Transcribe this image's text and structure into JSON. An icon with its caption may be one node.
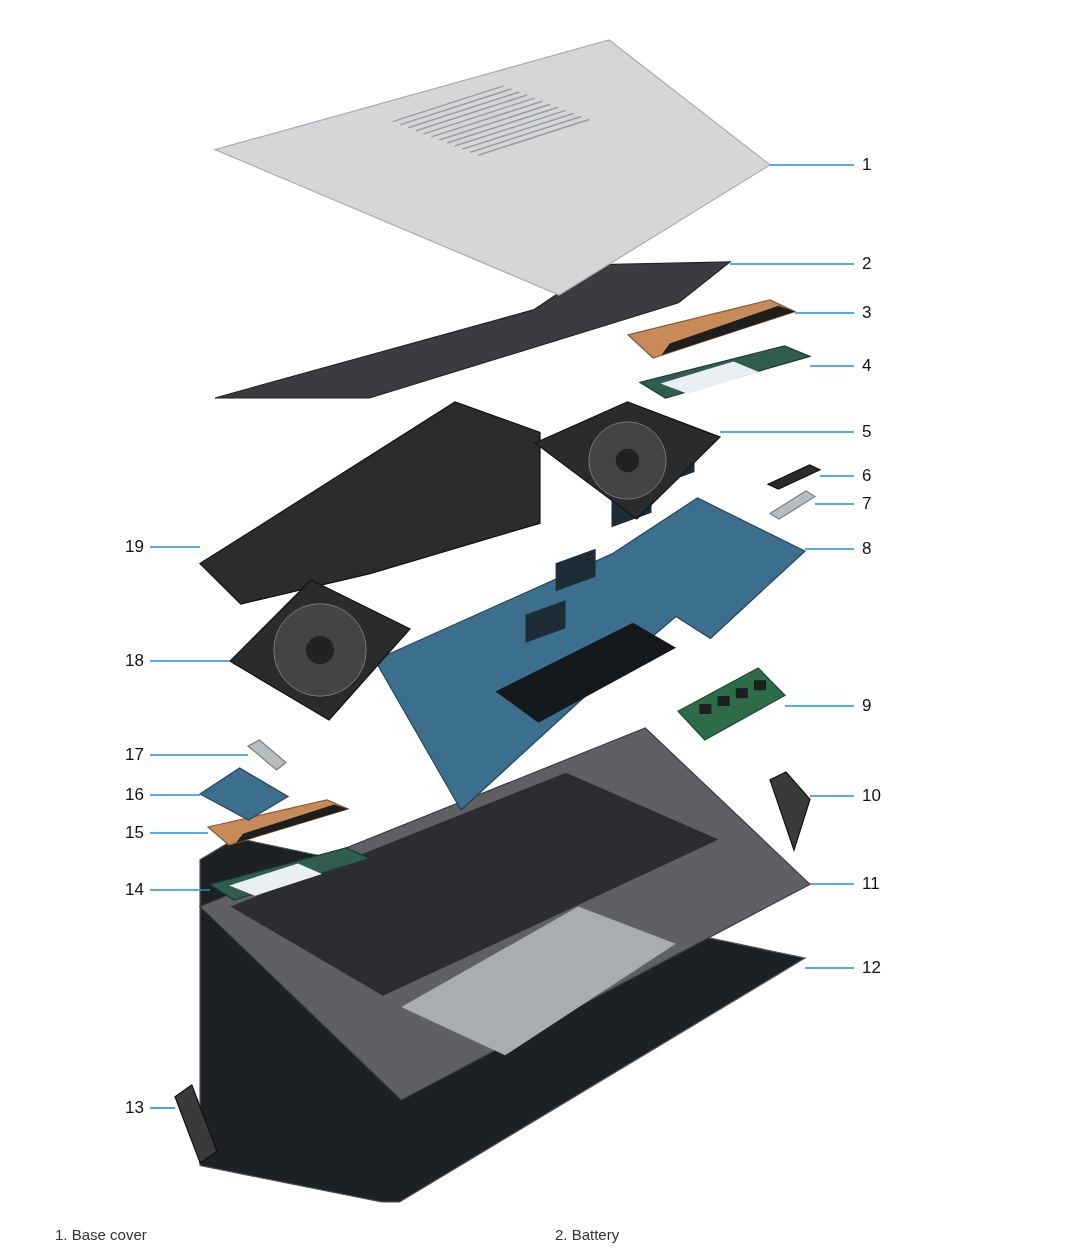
{
  "diagram": {
    "nodes": [
      {
        "text": [
          "1"
        ]
      },
      {
        "text": [
          "2"
        ]
      },
      {
        "text": [
          "3"
        ]
      },
      {
        "text": [
          "4"
        ]
      },
      {
        "text": [
          "5"
        ]
      },
      {
        "text": [
          "6"
        ]
      },
      {
        "text": [
          "7"
        ]
      },
      {
        "text": [
          "8"
        ]
      },
      {
        "text": [
          "9"
        ]
      },
      {
        "text": [
          "10"
        ]
      },
      {
        "text": [
          "11"
        ]
      },
      {
        "text": [
          "12"
        ]
      },
      {
        "text": [
          "13"
        ]
      },
      {
        "text": [
          "14"
        ]
      },
      {
        "text": [
          "15"
        ]
      },
      {
        "text": [
          "16"
        ]
      },
      {
        "text": [
          "17"
        ]
      },
      {
        "text": [
          "18"
        ]
      },
      {
        "text": [
          "19"
        ]
      },
      {
        "text": [],
        "shape": "picture"
      },
      {
        "text": [],
        "shape": "picture"
      },
      {
        "text": [],
        "shape": "picture"
      },
      {
        "text": [],
        "shape": "picture"
      },
      {
        "text": [],
        "shape": "picture"
      },
      {
        "text": [],
        "shape": "picture"
      },
      {
        "text": [],
        "shape": "picture"
      },
      {
        "text": [],
        "shape": "picture"
      },
      {
        "text": [],
        "shape": "picture"
      },
      {
        "text": [],
        "shape": "picture"
      },
      {
        "text": [],
        "shape": "picture"
      },
      {
        "text": [],
        "shape": "picture"
      },
      {
        "text": [],
        "shape": "picture"
      },
      {
        "text": [],
        "shape": "picture"
      },
      {
        "text": [],
        "shape": "picture"
      },
      {
        "text": [],
        "shape": "picture"
      },
      {
        "text": [],
        "shape": "picture"
      },
      {
        "text": [],
        "shape": "picture"
      },
      {
        "text": [],
        "shape": "picture"
      }
    ],
    "edges": [
      {
        "from": 0,
        "to": 19,
        "arrow": "none"
      },
      {
        "from": 1,
        "to": 20,
        "arrow": "none"
      },
      {
        "from": 2,
        "to": 21,
        "arrow": "none"
      },
      {
        "from": 3,
        "to": 22,
        "arrow": "none"
      },
      {
        "from": 4,
        "to": 23,
        "arrow": "none"
      },
      {
        "from": 5,
        "to": 24,
        "arrow": "none"
      },
      {
        "from": 6,
        "to": 25,
        "arrow": "none"
      },
      {
        "from": 7,
        "to": 26,
        "arrow": "none"
      },
      {
        "from": 8,
        "to": 27,
        "arrow": "none"
      },
      {
        "from": 9,
        "to": 28,
        "arrow": "none"
      },
      {
        "from": 10,
        "to": 29,
        "arrow": "none"
      },
      {
        "from": 11,
        "to": 30,
        "arrow": "none"
      },
      {
        "from": 12,
        "to": 31,
        "arrow": "none"
      },
      {
        "from": 13,
        "to": 32,
        "arrow": "none"
      },
      {
        "from": 14,
        "to": 33,
        "arrow": "none"
      },
      {
        "from": 15,
        "to": 34,
        "arrow": "none"
      },
      {
        "from": 16,
        "to": 35,
        "arrow": "none"
      },
      {
        "from": 17,
        "to": 36,
        "arrow": "none"
      },
      {
        "from": 18,
        "to": 37,
        "arrow": "none"
      }
    ],
    "labels": [
      "1. Base cover",
      "2. Battery"
    ]
  }
}
